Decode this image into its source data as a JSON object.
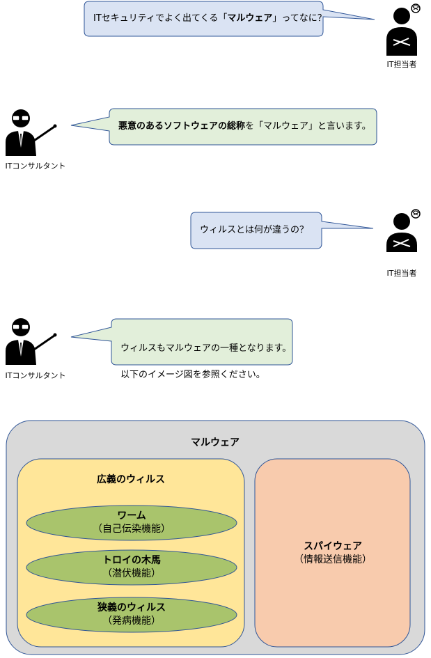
{
  "conversation": [
    {
      "speaker": "IT担当者",
      "text_before": "ITセキュリティでよく出てくる「",
      "text_bold": "マルウェア",
      "text_after": "」ってなに？"
    },
    {
      "speaker": "ITコンサルタント",
      "text_bold": "悪意のあるソフトウェアの総称",
      "text_after": "を「マルウェア」と言います。"
    },
    {
      "speaker": "IT担当者",
      "text": "ウィルスとは何が違うの？"
    },
    {
      "speaker": "ITコンサルタント",
      "line1": "ウィルスもマルウェアの一種となります。",
      "line2": "以下のイメージ図を参照ください。"
    }
  ],
  "diagram": {
    "outer_label": "マルウェア",
    "broad_virus_label": "広義のウィルス",
    "items": [
      {
        "title": "ワーム",
        "sub": "（自己伝染機能）"
      },
      {
        "title": "トロイの木馬",
        "sub": "（潜伏機能）"
      },
      {
        "title": "狭義のウィルス",
        "sub": "（発病機能）"
      }
    ],
    "spyware": {
      "title": "スパイウェア",
      "sub": "（情報送信機能）"
    }
  },
  "colors": {
    "blue_bubble": "#dae3f3",
    "green_bubble": "#e2efda",
    "bubble_stroke": "#2f5597",
    "outer_box": "#d9d9d9",
    "broad_box": "#ffe699",
    "ellipse": "#a9c46c",
    "spyware_box": "#f8cbad"
  }
}
